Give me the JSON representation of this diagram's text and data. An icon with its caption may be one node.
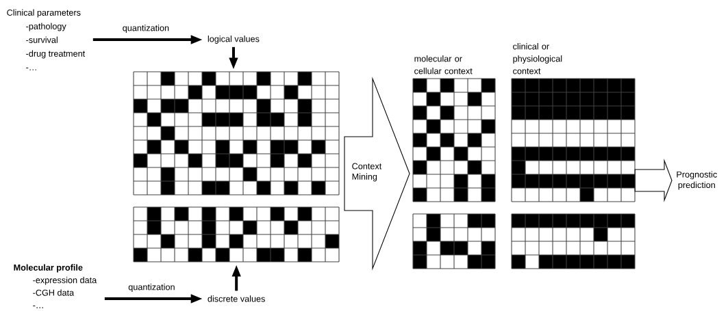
{
  "diagram": {
    "nodes": [
      {
        "text": [
          "Clinical parameters",
          "-pathology",
          "-survival",
          "-drug treatment",
          "-…"
        ]
      },
      {
        "text": [
          "logical values"
        ]
      },
      {
        "text": [],
        "shape": "grid"
      },
      {
        "text": [],
        "shape": "grid"
      },
      {
        "text": [
          "Molecular profile",
          "-expression data",
          "-CGH data",
          "-…"
        ]
      },
      {
        "text": [
          "discrete values"
        ]
      },
      {
        "text": [
          "Context Mining"
        ]
      },
      {
        "text": [
          "molecular or cellular context"
        ]
      },
      {
        "text": [
          "clinical or physiological context"
        ]
      },
      {
        "text": [],
        "shape": "grid"
      },
      {
        "text": [],
        "shape": "grid"
      },
      {
        "text": [
          "Prognostic prediction"
        ]
      }
    ],
    "edges": [
      {
        "from": 0,
        "to": 1,
        "arrow": "to",
        "label": "quantization"
      },
      {
        "from": 1,
        "to": 2,
        "arrow": "to"
      },
      {
        "from": 4,
        "to": 5,
        "arrow": "to",
        "label": "quantization"
      },
      {
        "from": 5,
        "to": 3,
        "arrow": "to"
      },
      {
        "from": 8,
        "to": 11,
        "arrow": "to"
      }
    ]
  }
}
